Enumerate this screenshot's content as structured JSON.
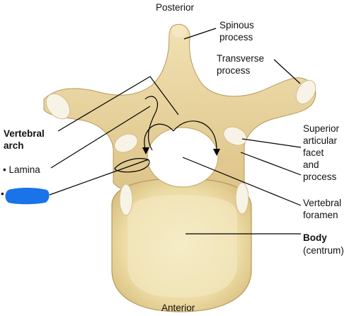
{
  "labels": {
    "posterior": "Posterior",
    "anterior": "Anterior",
    "spinous_1": "Spinous",
    "spinous_2": "process",
    "transverse_1": "Transverse",
    "transverse_2": "process",
    "superior_1": "Superior",
    "superior_2": "articular",
    "superior_3": "facet",
    "superior_4": "and",
    "superior_5": "process",
    "foramen_1": "Vertebral",
    "foramen_2": "foramen",
    "body_1": "Body",
    "body_2": "(centrum)",
    "arch_1": "Vertebral",
    "arch_2": "arch",
    "lamina": "• Lamina",
    "bullet": "•"
  },
  "colors": {
    "bone_light": "#f2e4bd",
    "bone_mid": "#e3cc92",
    "bone_dark": "#c9ab6a",
    "body_fill": "#f1e6b9",
    "facet": "#f6f3ea",
    "redaction": "#1a73e8",
    "line": "#000000"
  }
}
